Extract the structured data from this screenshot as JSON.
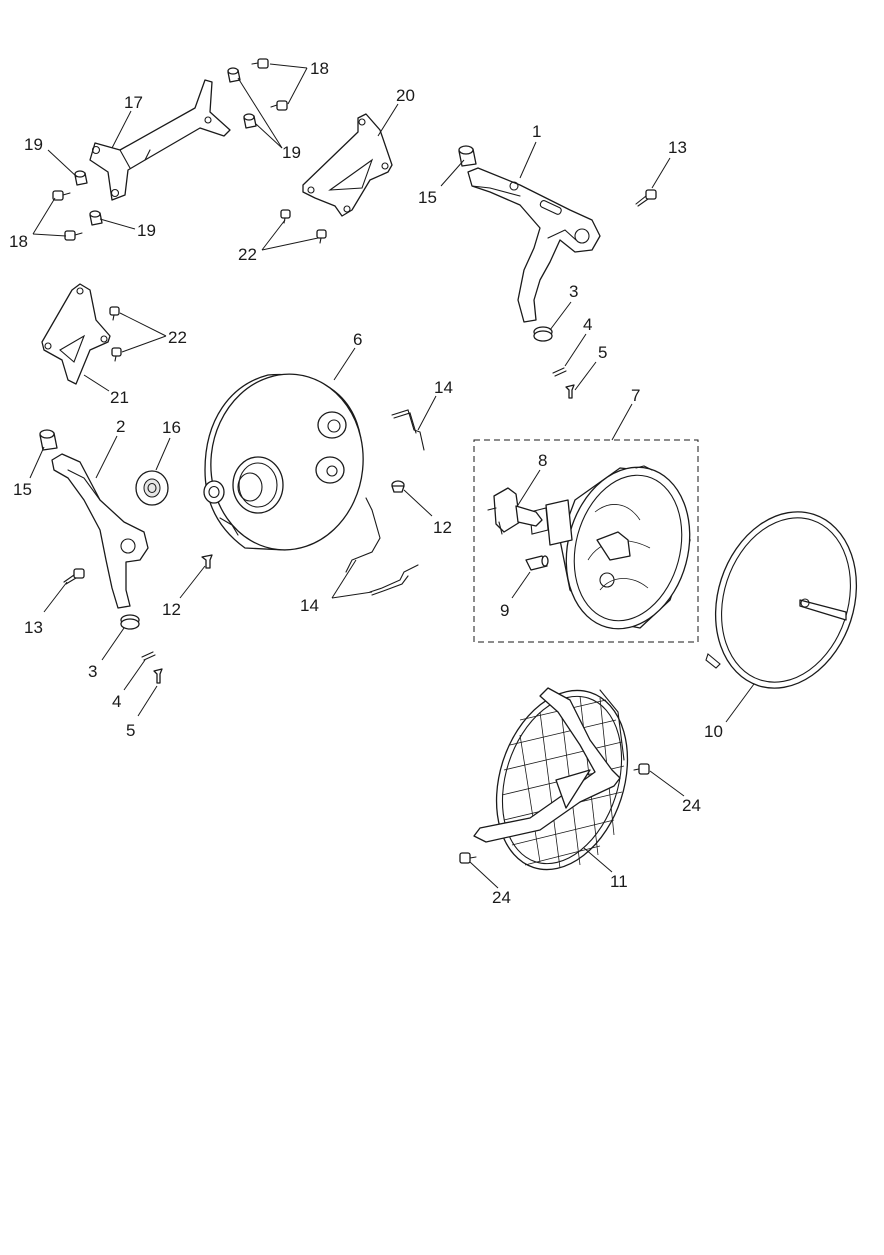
{
  "diagram": {
    "labels": {
      "l1": "1",
      "l2": "2",
      "l3a": "3",
      "l3b": "3",
      "l4a": "4",
      "l4b": "4",
      "l5a": "5",
      "l5b": "5",
      "l6": "6",
      "l7": "7",
      "l8": "8",
      "l9": "9",
      "l10": "10",
      "l11": "11",
      "l12a": "12",
      "l12b": "12",
      "l13a": "13",
      "l13b": "13",
      "l14a": "14",
      "l14b": "14",
      "l15a": "15",
      "l15b": "15",
      "l16": "16",
      "l17": "17",
      "l18a": "18",
      "l18b": "18",
      "l19a": "19",
      "l19b": "19",
      "l19c": "19",
      "l20": "20",
      "l21": "21",
      "l22a": "22",
      "l22b": "22",
      "l24a": "24",
      "l24b": "24"
    }
  }
}
